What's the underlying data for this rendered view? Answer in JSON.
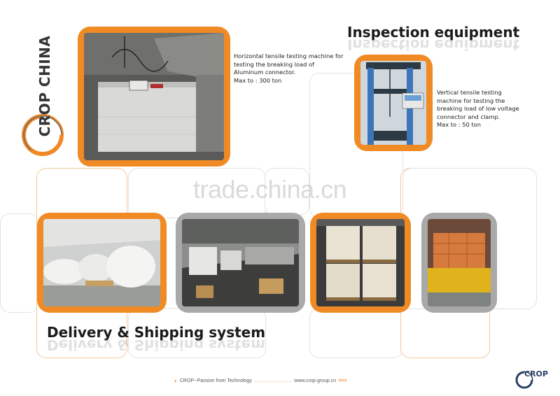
{
  "brand": {
    "logo_text": "CROP CHINA",
    "accent_color": "#f08a24",
    "frame_gray": "#a9a9a9"
  },
  "inspection": {
    "title": "Inspection equipment",
    "items": [
      {
        "description": "Horizontal tensile testing machine for\ntesting the breaking load of\nAluminum connector.\nMax to : 300 ton"
      },
      {
        "description": "Vertical tensile testing\nmachine for testing the\nbreaking load of low voltage\nconnector and clamp.\nMax to : 50 ton"
      }
    ]
  },
  "delivery": {
    "title": "Delivery & Shipping system"
  },
  "watermark": "trade.china.cn",
  "footer": {
    "tagline": "CROP--Passion from Technology",
    "dots": "............................",
    "website": "www.crop-group.cn",
    "arrows": ">>>",
    "logo_text": "CROP"
  }
}
